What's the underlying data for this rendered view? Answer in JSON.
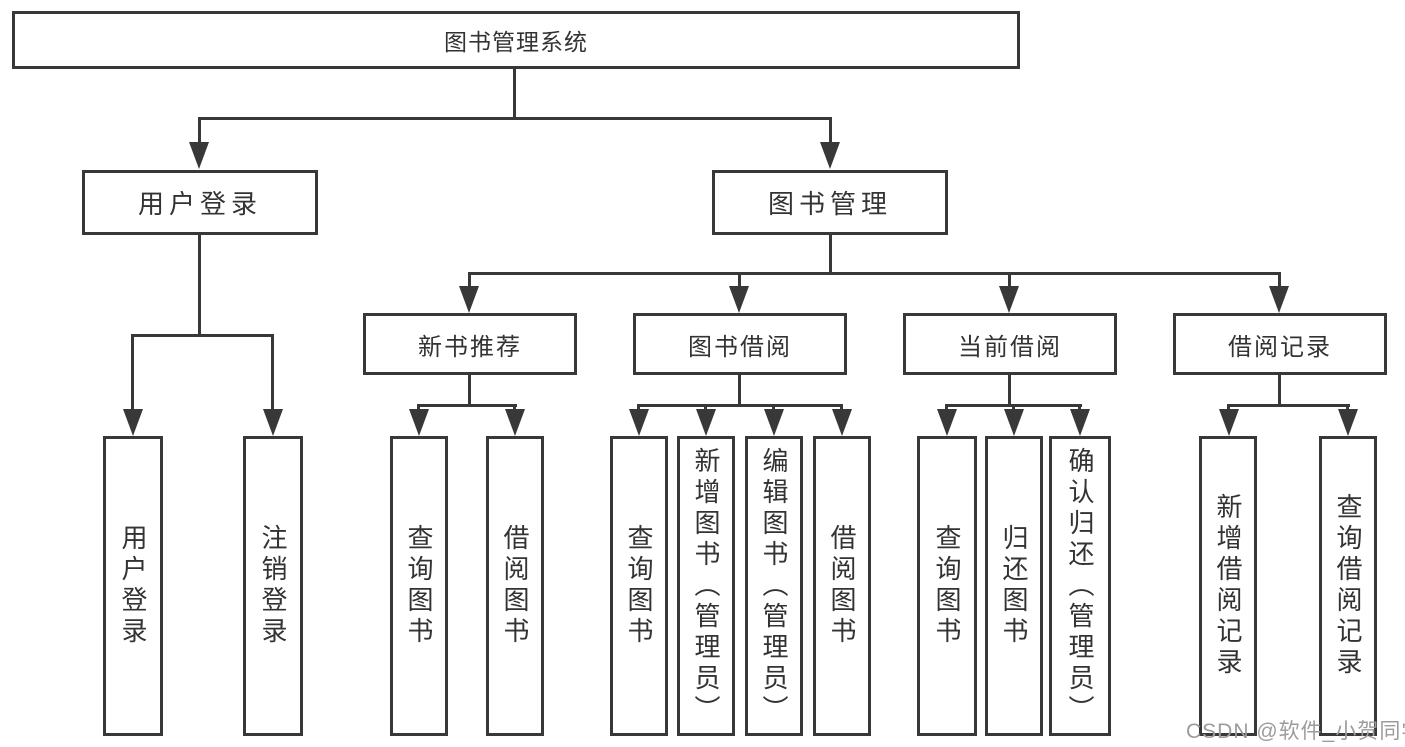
{
  "diagram": {
    "root": {
      "label": "图书管理系统"
    },
    "level1": [
      {
        "label": "用户登录"
      },
      {
        "label": "图书管理"
      }
    ],
    "level2": [
      {
        "label": "新书推荐"
      },
      {
        "label": "图书借阅"
      },
      {
        "label": "当前借阅"
      },
      {
        "label": "借阅记录"
      }
    ],
    "leaves": {
      "user_login": [
        "用户登录",
        "注销登录"
      ],
      "new_book": [
        "查询图书",
        "借阅图书"
      ],
      "borrow": [
        "查询图书",
        "新增图书（管理员）",
        "编辑图书（管理员）",
        "借阅图书"
      ],
      "current": [
        "查询图书",
        "归还图书",
        "确认归还（管理员）"
      ],
      "records": [
        "新增借阅记录",
        "查询借阅记录"
      ]
    },
    "watermark": "CSDN @软件_小贺同学",
    "colors": {
      "line": "#383838",
      "text": "#333333",
      "box_bg": "#ffffff",
      "background": "#ffffff",
      "watermark": "#9c9c9c"
    }
  }
}
